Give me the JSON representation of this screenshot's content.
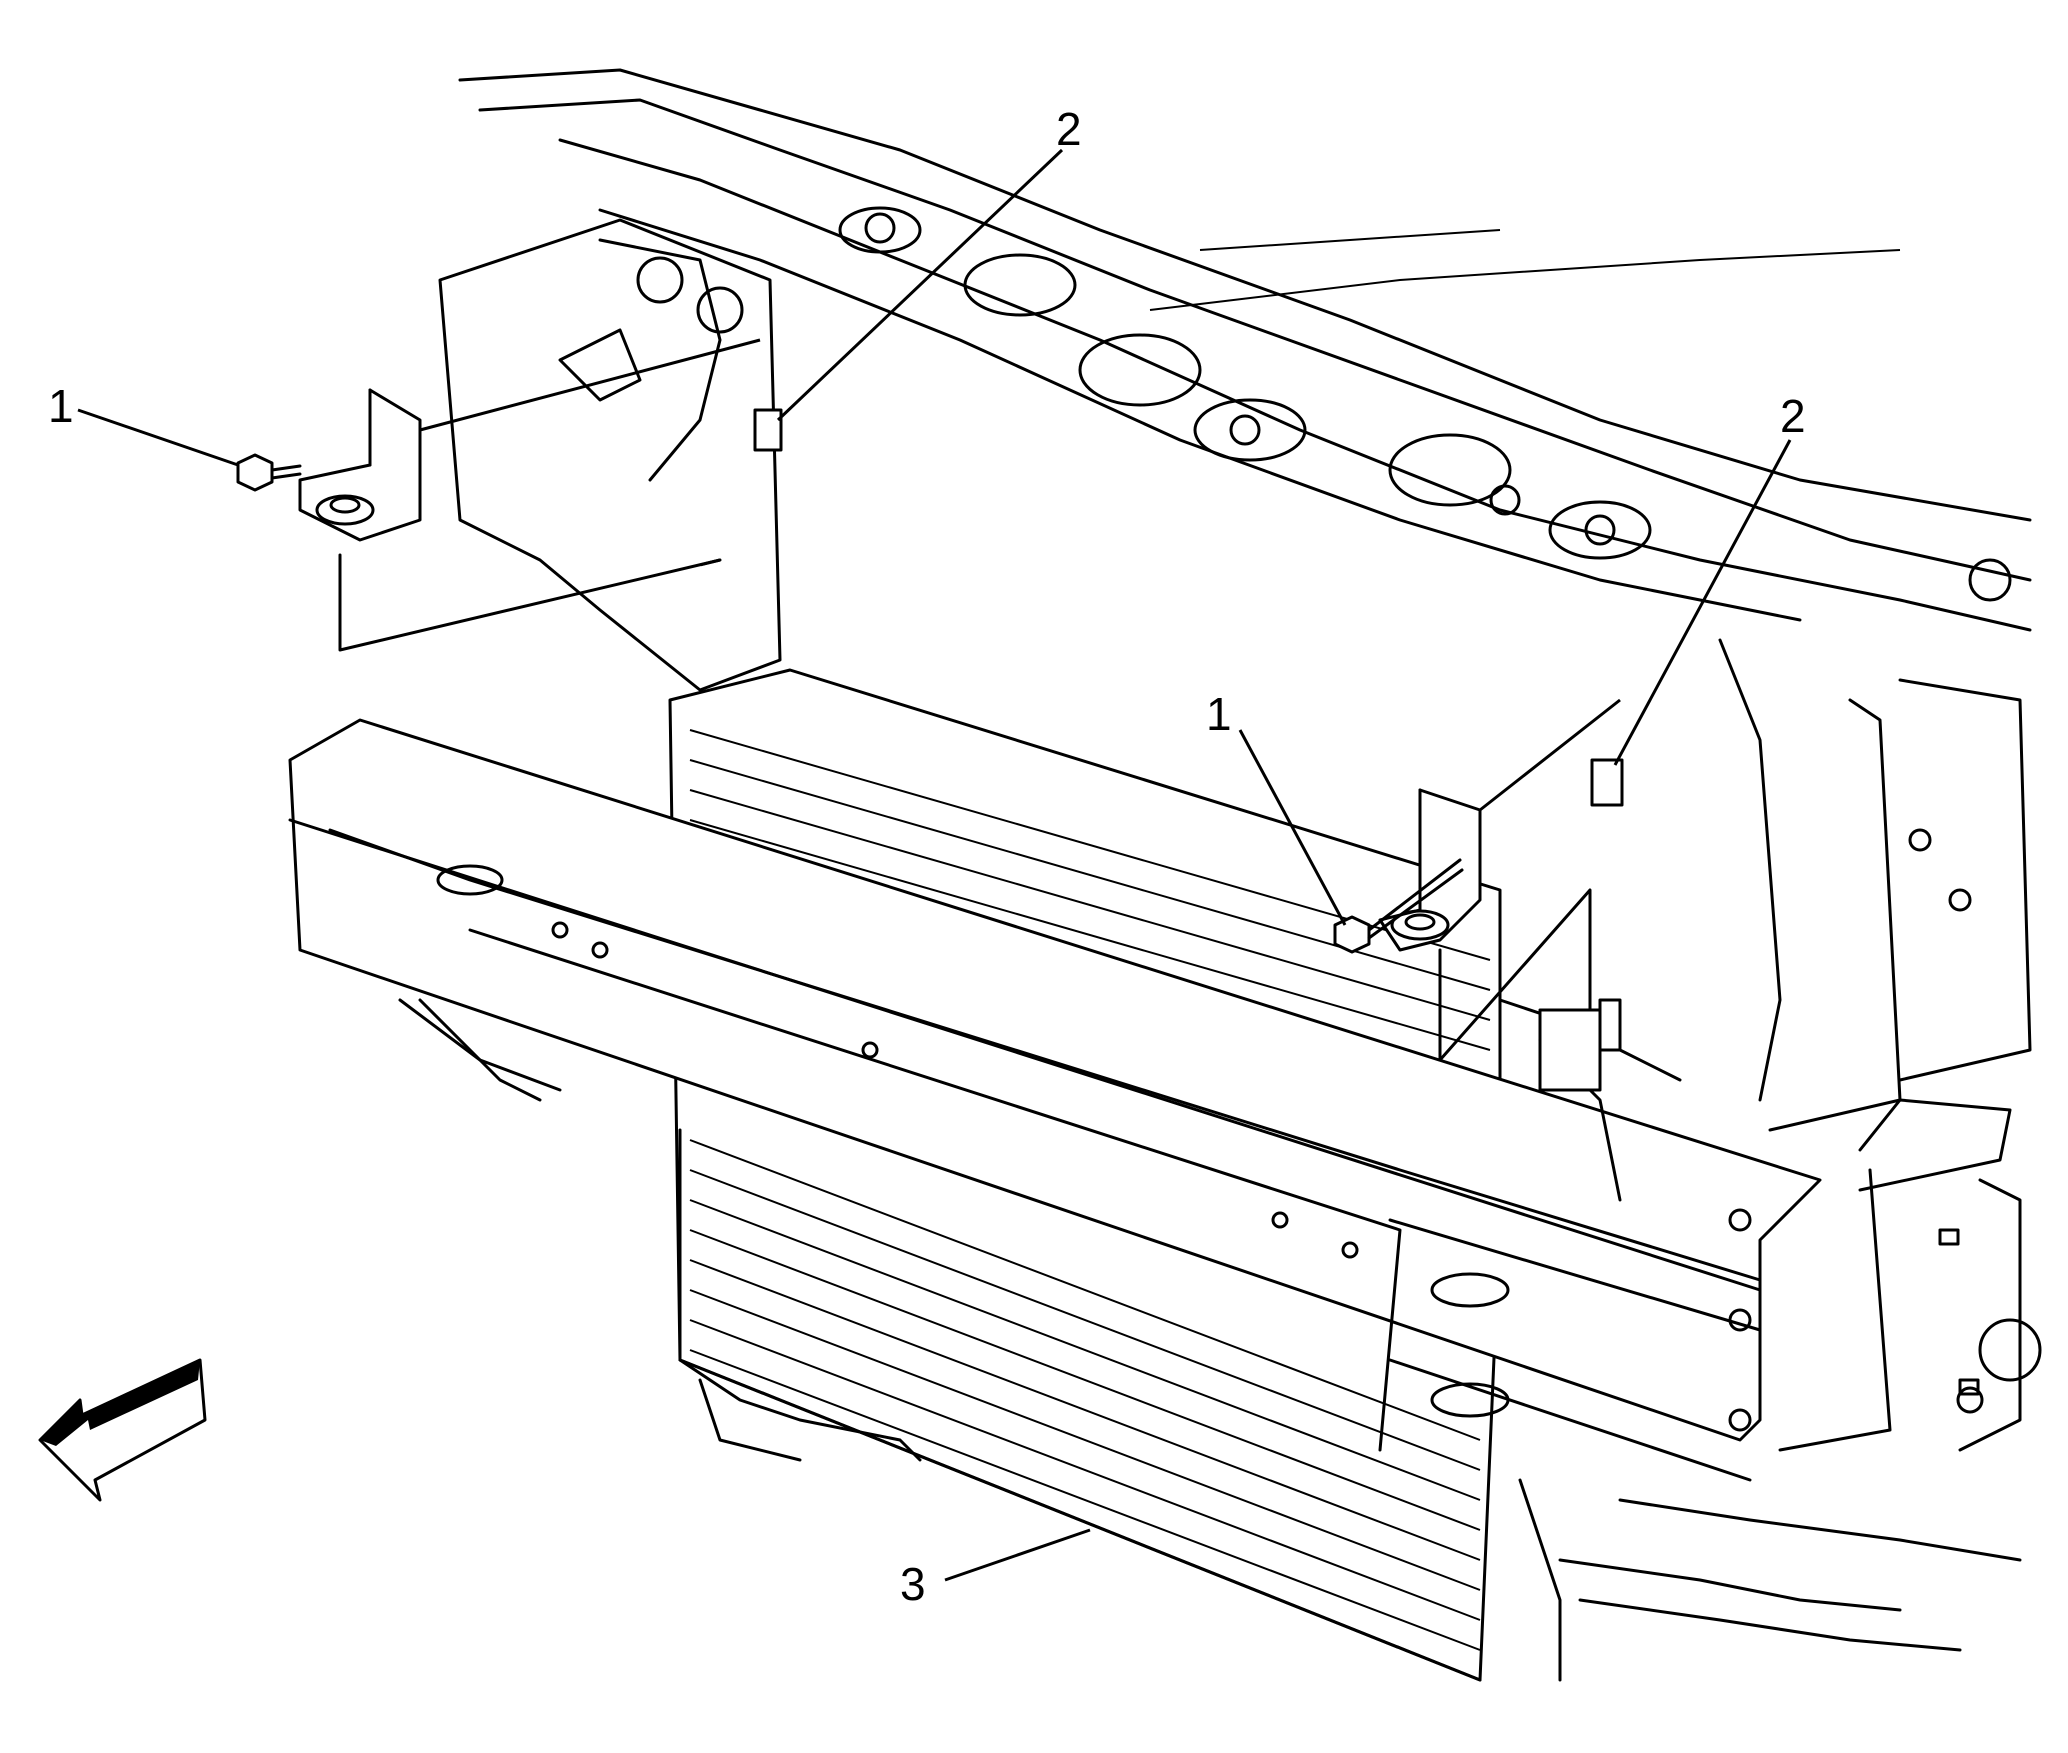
{
  "callouts": [
    {
      "id": "bolt-left",
      "label": "1"
    },
    {
      "id": "clip-left",
      "label": "2"
    },
    {
      "id": "clip-right",
      "label": "2"
    },
    {
      "id": "bolt-right",
      "label": "1"
    },
    {
      "id": "cooler",
      "label": "3"
    }
  ],
  "colors": {
    "line": "#000000",
    "background": "#ffffff"
  }
}
